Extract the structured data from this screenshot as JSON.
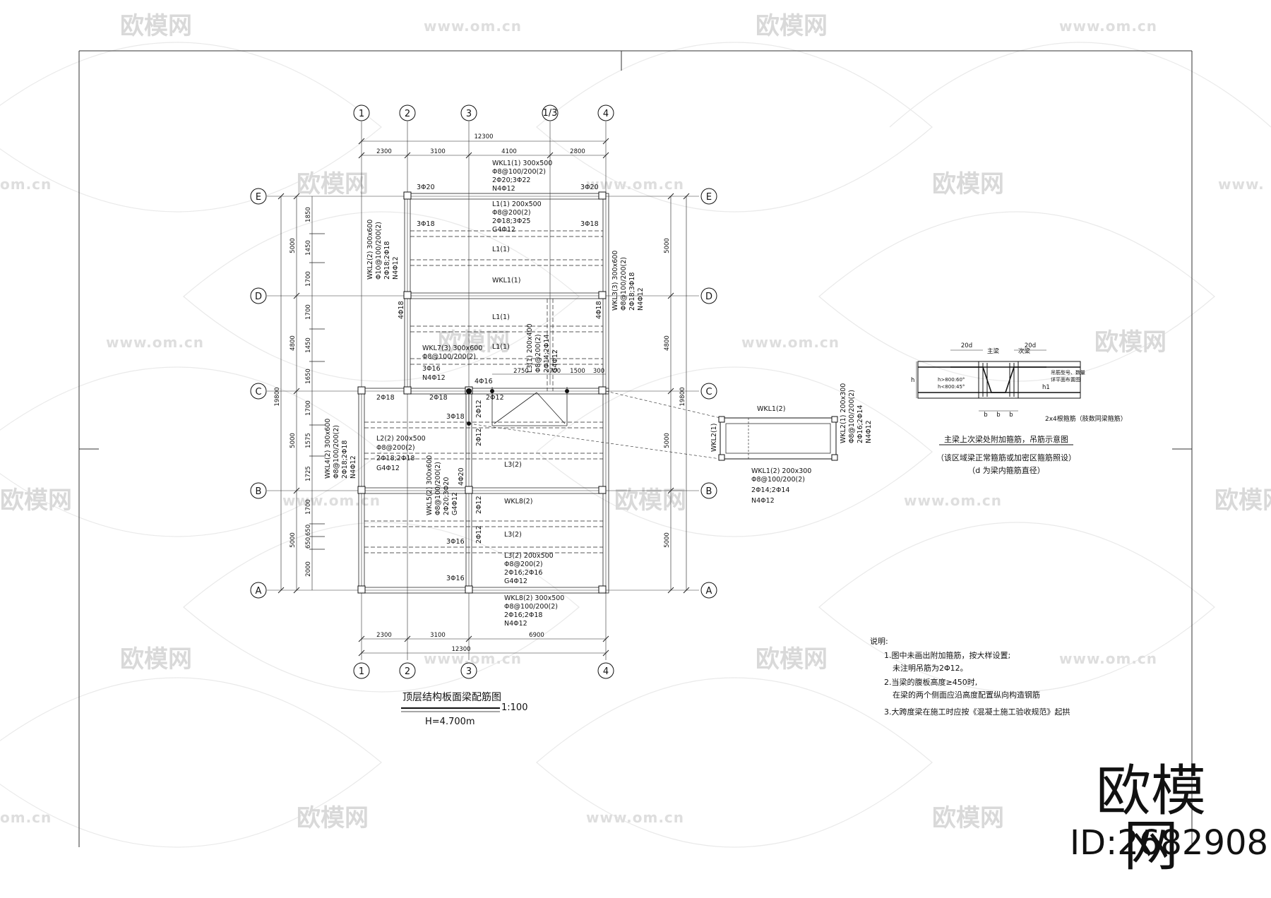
{
  "watermark": {
    "brand": "欧模网",
    "url": "www.om.cn",
    "url_partial": "om.cn",
    "url_partial_left": "www."
  },
  "plan": {
    "title": "顶层结构板面梁配筋图",
    "scale": "1:100",
    "elevation": "H=4.700m",
    "axes_x": [
      "1",
      "2",
      "3",
      "1/3",
      "4"
    ],
    "axes_x_bottom": [
      "1",
      "2",
      "3",
      "4"
    ],
    "axes_y": [
      "E",
      "D",
      "C",
      "B",
      "A"
    ],
    "dims_top_total": "12300",
    "dims_top": [
      "2300",
      "3100",
      "4100",
      "2800"
    ],
    "dims_bottom_total": "12300",
    "dims_bottom": [
      "2300",
      "3100",
      "6900"
    ],
    "dims_left_outer": [
      "5000",
      "4800",
      "5000",
      "5000"
    ],
    "dims_left_total": "19800",
    "dims_left_inner": [
      "1850",
      "1450",
      "1700",
      "1700",
      "1450",
      "1650",
      "1700",
      "1575",
      "1725",
      "1700",
      "650",
      "650",
      "2000"
    ],
    "dims_right_outer": [
      "5000",
      "4800",
      "5000",
      "5000"
    ],
    "dims_right_total": "19800",
    "stair_dims": [
      "2750",
      "700",
      "1500",
      "300"
    ]
  },
  "beams": {
    "wkl1_1": [
      "WKL1(1) 300x500",
      "Φ8@100/200(2)",
      "2Φ20;3Φ22",
      "N4Φ12"
    ],
    "l1_1": [
      "L1(1) 200x500",
      "Φ8@200(2)",
      "2Φ18;3Φ25",
      "G4Φ12"
    ],
    "wkl2_2": [
      "WKL2(2) 300x600",
      "Φ10@100/200(2)",
      "2Φ18;2Φ18",
      "N4Φ12"
    ],
    "wkl3_3": [
      "WKL3(3) 300x600",
      "Φ8@100/200(2)",
      "2Φ18;3Φ18",
      "N4Φ12"
    ],
    "wkl7_3": [
      "WKL7(3) 300x600",
      "Φ8@100/200(2)",
      "3Φ16",
      "N4Φ12"
    ],
    "l3_1": [
      "L3(1) 200x400",
      "Φ8@200(2)",
      "2Φ14;2Φ14",
      "G4Φ12"
    ],
    "l2_2": [
      "L2(2) 200x500",
      "Φ8@200(2)",
      "2Φ18;2Φ18",
      "G4Φ12"
    ],
    "wkl4_2": [
      "WKL4(2) 300x600",
      "Φ8@100/200(2)",
      "2Φ18;2Φ18",
      "N4Φ12"
    ],
    "wkl5_2": [
      "WKL5(2) 300x600",
      "Φ8@100/200(2)",
      "2Φ20;3Φ20",
      "G4Φ12"
    ],
    "l3_2": [
      "L3(2) 200x500",
      "Φ8@200(2)",
      "2Φ16;2Φ16",
      "G4Φ12"
    ],
    "wkl8_2": [
      "WKL8(2) 300x500",
      "Φ8@100/200(2)",
      "2Φ16;2Φ18",
      "N4Φ12"
    ],
    "short": {
      "l1": "L1(1)",
      "wkl1": "WKL1(1)",
      "l3": "L3(2)",
      "wkl8": "WKL8(2)",
      "wkl2_small": "WKL2(1)"
    },
    "rebars": {
      "r3_20": "3Φ20",
      "r3_18": "3Φ18",
      "r4_18": "4Φ18",
      "r2_18": "2Φ18",
      "r4_16": "4Φ16",
      "r2_12": "2Φ12",
      "r3_16": "3Φ16",
      "r4_20": "4Φ20"
    }
  },
  "detail_box": {
    "top_label": "WKL1(2)",
    "right_label": [
      "WKL2(1) 200x300",
      "Φ8@100/200(2)",
      "2Φ16;2Φ14",
      "N4Φ12"
    ],
    "bottom_label": [
      "WKL1(2) 200x300",
      "Φ8@100/200(2)",
      "2Φ14;2Φ14",
      "N4Φ12"
    ],
    "left_label": "WKL2(1)"
  },
  "section_detail": {
    "title": "主梁上次梁处附加箍筋，吊筋示意图",
    "sub1": "（该区域梁正常箍筋或加密区箍筋照设）",
    "sub2": "（d 为梁内箍筋直径）",
    "label_main": "主梁",
    "label_sec": "次梁",
    "label_20d_left": "20d",
    "label_20d_right": "20d",
    "label_h": "h",
    "label_h1": "h1",
    "label_a1": "h>800:60°",
    "label_a2": "h<800:45°",
    "label_hanger": "吊筋型号、数量",
    "label_hanger2": "详平面布置图",
    "label_stirrup": "2x4根箍筋（肢数同梁箍筋）",
    "label_b": "b"
  },
  "notes": {
    "heading": "说明:",
    "items": [
      "1.图中未画出附加箍筋，按大样设置;",
      "未注明吊筋为2Φ12。",
      "2.当梁的腹板高度≥450时,",
      "在梁的两个侧面应沿高度配置纵向构造钢筋",
      "3.大跨度梁在施工时应按《混凝土施工验收规范》起拱"
    ]
  },
  "brand_mark": {
    "name": "欧模网",
    "id": "ID:2682908"
  }
}
